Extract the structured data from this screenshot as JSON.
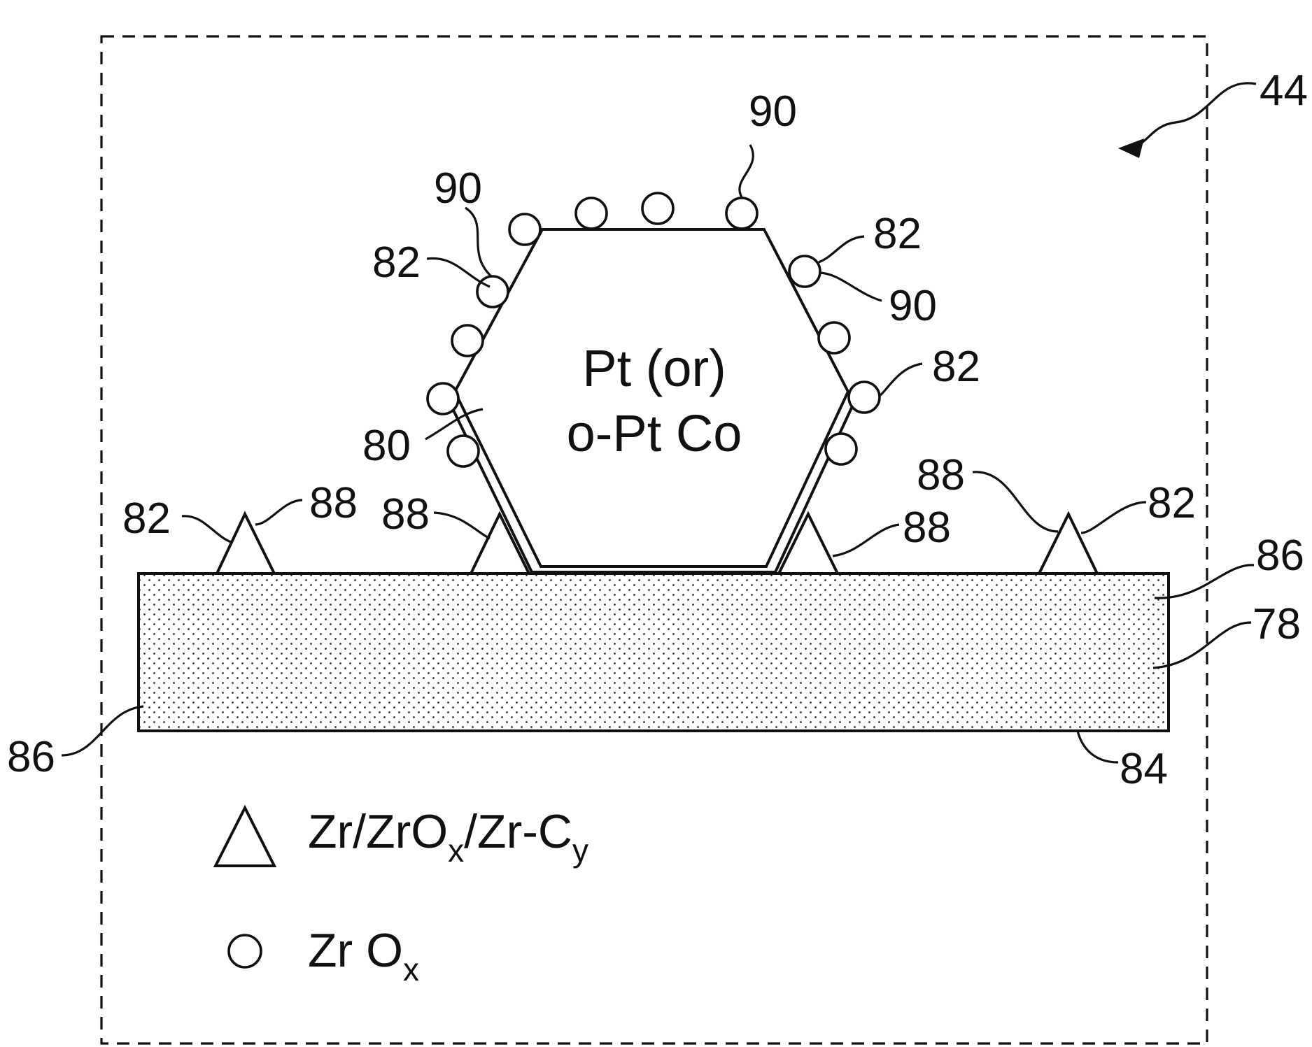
{
  "figure": {
    "ref_main": "44",
    "hexagon_text_line1": "Pt (or)",
    "hexagon_text_line2": "o-Pt Co",
    "ref_labels": {
      "l90_top": "90",
      "l90_left": "90",
      "l82_left": "82",
      "l82_right_upper": "82",
      "l90_right": "90",
      "l82_right_mid": "82",
      "l80": "80",
      "l88_right_high": "88",
      "l82_far_left": "82",
      "l88_far_left": "88",
      "l88_mid_left": "88",
      "l88_mid_right": "88",
      "l82_far_right": "82",
      "l86_right": "86",
      "l78": "78",
      "l86_left": "86",
      "l84": "84"
    }
  },
  "legend": {
    "triangle_parts": [
      "Zr/ZrO",
      "x",
      "/Zr-C",
      "y"
    ],
    "circle_parts": [
      "Zr O",
      "x"
    ],
    "triangle_icon": "triangle-icon",
    "circle_icon": "circle-icon"
  }
}
